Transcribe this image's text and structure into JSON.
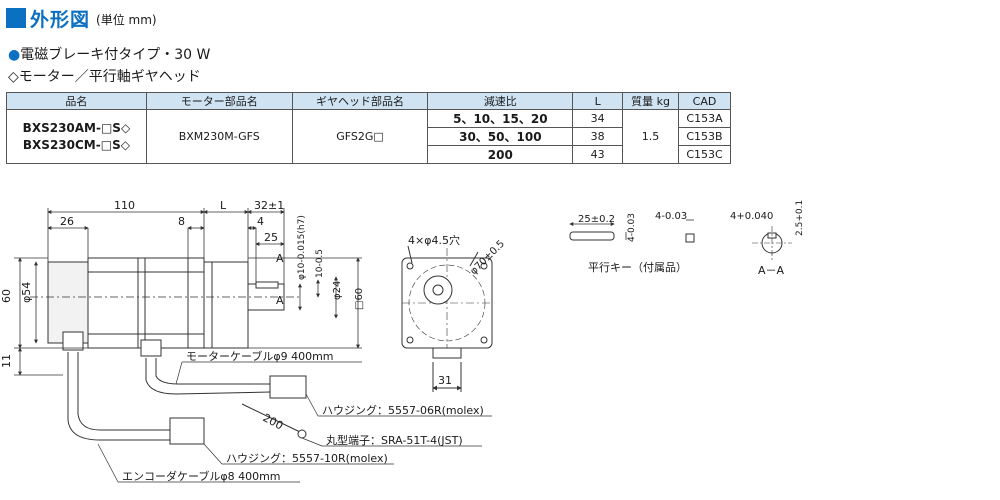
{
  "header": {
    "title": "外形図",
    "unit": "(単位 mm)"
  },
  "subtitle1": "電磁ブレーキ付タイプ・30 W",
  "subtitle2": "◇モーター／平行軸ギヤヘッド",
  "table": {
    "headers": [
      "品名",
      "モーター部品名",
      "ギヤヘッド部品名",
      "減速比",
      "L",
      "質量 kg",
      "CAD"
    ],
    "model_lines": [
      "BXS230AM-□S◇",
      "BXS230CM-□S◇"
    ],
    "motor_part": "BXM230M-GFS",
    "gear_part": "GFS2G□",
    "mass": "1.5",
    "rows": [
      {
        "ratio": "5、10、15、20",
        "L": "34",
        "cad": "C153A"
      },
      {
        "ratio": "30、50、100",
        "L": "38",
        "cad": "C153B"
      },
      {
        "ratio": "200",
        "L": "43",
        "cad": "C153C"
      }
    ]
  },
  "dims": {
    "d110": "110",
    "dL": "L",
    "d32": "32±1",
    "d26": "26",
    "d8": "8",
    "d4": "4",
    "d25": "25",
    "shaft_dia": "φ10-0.015(h7)",
    "d10": "10-0.5",
    "d24": "φ24",
    "d60v": "60",
    "d54": "φ54",
    "d60b": "□60",
    "d11": "11",
    "secA1": "A",
    "secA2": "A",
    "holes": "4×φ4.5穴",
    "pcd": "φ70±0.5",
    "d31": "31",
    "key_len": "25±0.2",
    "key_h": "4-0.03",
    "key_w": "4-0.03",
    "key_caption": "平行キー（付属品）",
    "kw_dim": "4+0.040",
    "kd_dim": "2.5+0.1",
    "aa_caption": "A－A"
  },
  "labels": {
    "motor_cable": "モーターケーブルφ9 400mm",
    "housing1": "ハウジング：5557-06R(molex)",
    "terminal": "丸型端子：SRA-51T-4(JST)",
    "housing2": "ハウジング：5557-10R(molex)",
    "encoder_cable": "エンコーダケーブルφ8 400mm",
    "d200": "200"
  }
}
